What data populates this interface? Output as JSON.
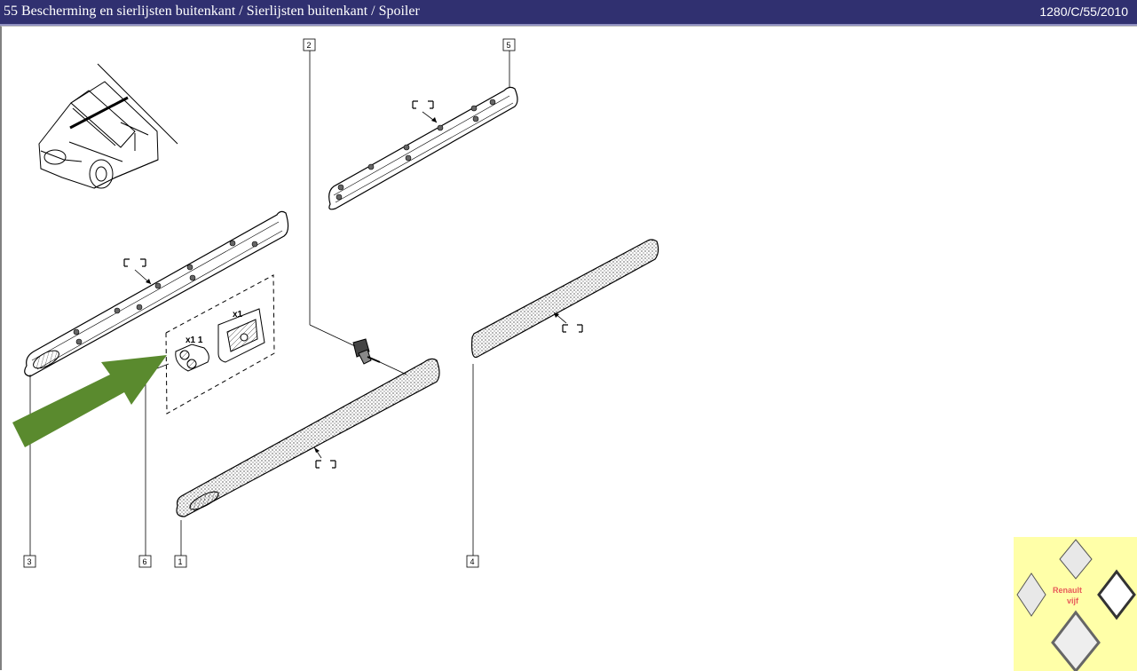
{
  "header": {
    "title": "55 Bescherming en sierlijsten buitenkant / Sierlijsten buitenkant / Spoiler",
    "code": "1280/C/55/2010"
  },
  "callouts": {
    "c1": "1",
    "c2": "2",
    "c3": "3",
    "c4": "4",
    "c5": "5",
    "c6": "6"
  },
  "quantities": {
    "clip_pack": "x1 1",
    "plate": "x1"
  },
  "logo": {
    "line1": "Renault",
    "line2": "vijf"
  },
  "colors": {
    "titlebar": "#303070",
    "arrow": "#5a8a2e",
    "logo_bg": "#ffffa8"
  }
}
